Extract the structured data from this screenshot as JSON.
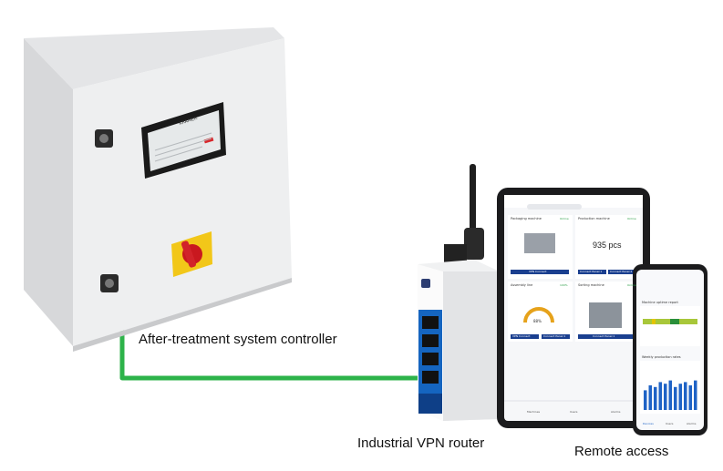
{
  "labels": {
    "controller": "After-treatment system controller",
    "router": "Industrial VPN router",
    "remote": "Remote access"
  },
  "hmi": {
    "brand": "KRAMER"
  },
  "tablet": {
    "card1_title": "Packaging machine",
    "card1_status": "Online",
    "card1_button": "VPN Connect",
    "card2_title": "Production machine",
    "card2_status": "Online",
    "card2_value": "935 pcs",
    "card2_button1": "Connect Panel 1",
    "card2_button2": "Connect Panel 2",
    "card3_title": "Assembly line",
    "card3_status": "100%",
    "card3_value": "88%",
    "card3_button1": "VPN Connect",
    "card3_button2": "Connect Panel 1",
    "card4_title": "Sorting machine",
    "card4_status": "Online",
    "card4_button": "Connect Panel 1",
    "tabs": [
      "Machines",
      "Users",
      "Alarms"
    ]
  },
  "phone": {
    "section1": "Machine uptime report",
    "section2": "Weekly production rates",
    "tabs": [
      "Devices",
      "Users",
      "Alarms"
    ]
  },
  "colors": {
    "cable": "#2db34a",
    "router_accent": "#1565c0",
    "chart_bar": "#1f63c6",
    "button": "#1a3f8f"
  }
}
